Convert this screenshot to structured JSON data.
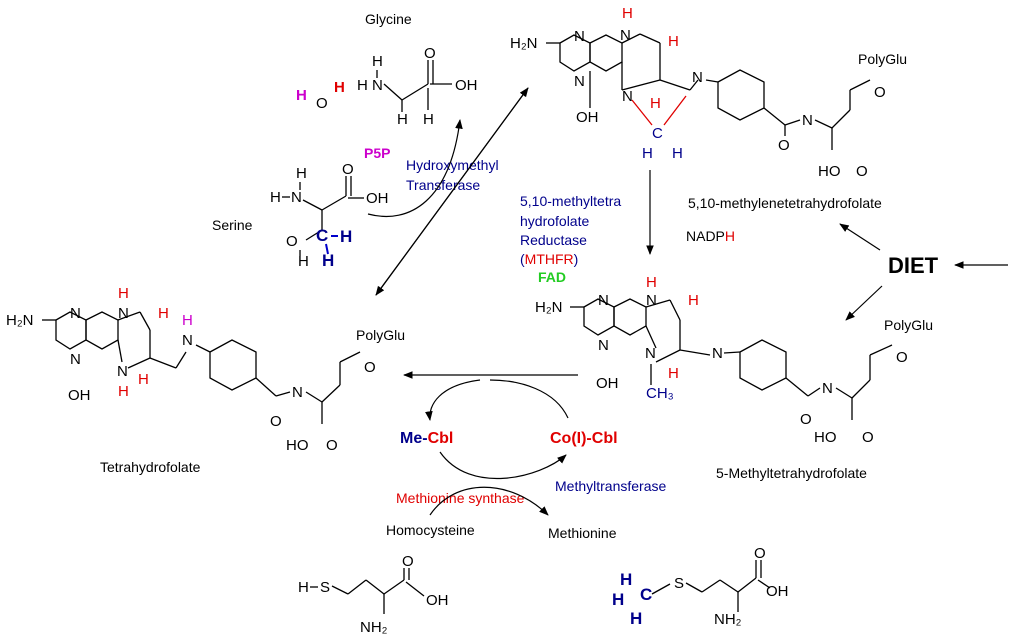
{
  "colors": {
    "enzyme": "#00008b",
    "highlight": "#e00000",
    "cofactor_p5p": "#cc00cc",
    "cofactor_fad": "#22cc22"
  },
  "compounds": {
    "glycine": "Glycine",
    "serine": "Serine",
    "water_h1": "H",
    "water_o": "O",
    "water_h2": "H",
    "methylene_thf": "5,10-methylenetetrahydrofolate",
    "methyl_thf": "5-Methyltetrahydrofolate",
    "thf": "Tetrahydrofolate",
    "homocysteine": "Homocysteine",
    "methionine": "Methionine",
    "me_cbl_prefix": "Me-",
    "me_cbl_suffix": "Cbl",
    "co_cbl": "Co(I)-Cbl",
    "polyglu": "PolyGlu",
    "nadph_prefix": "NADP",
    "nadph_h": "H",
    "diet": "DIET"
  },
  "cofactors": {
    "p5p": "P5P",
    "fad": "FAD"
  },
  "enzymes": {
    "hmt_line1": "Hydroxymethyl",
    "hmt_line2": "Transferase",
    "mthfr_line1": "5,10-methyltetra",
    "mthfr_line2": "hydrofolate",
    "mthfr_line3": "Reductase",
    "mthfr_open": "(",
    "mthfr_abbr": "MTHFR",
    "mthfr_close": ")",
    "methionine_synthase": "Methionine synthase",
    "methyltransferase": "Methyltransferase"
  }
}
